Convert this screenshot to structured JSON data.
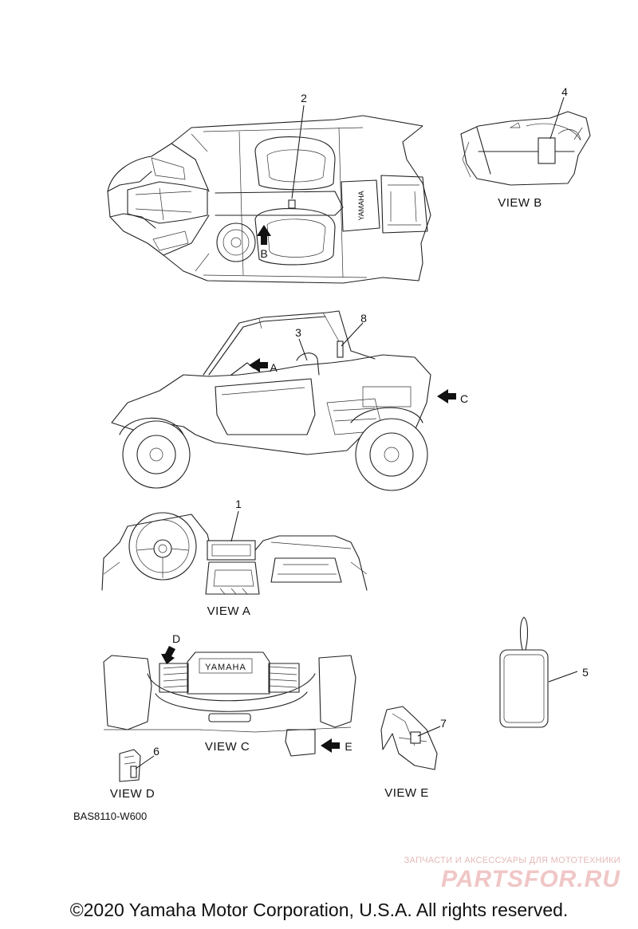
{
  "callouts": {
    "n1": "1",
    "n2": "2",
    "n3": "3",
    "n4": "4",
    "n5": "5",
    "n6": "6",
    "n7": "7",
    "n8": "8"
  },
  "arrows": {
    "a": "A",
    "b": "B",
    "c": "C",
    "d": "D",
    "e": "E"
  },
  "views": {
    "view_a": "VIEW A",
    "view_b": "VIEW B",
    "view_c": "VIEW C",
    "view_d": "VIEW D",
    "view_e": "VIEW E"
  },
  "badges": {
    "yamaha_upper": "YAMAHA",
    "yamaha_rear": "YAMAHA"
  },
  "part_code": "BAS8110-W600",
  "watermark": {
    "tagline": "ЗАПЧАСТИ И АКСЕССУАРЫ ДЛЯ МОТОТЕХНИКИ",
    "brand": "PARTSFOR.RU"
  },
  "copyright": "©2020 Yamaha Motor Corporation, U.S.A. All rights reserved.",
  "colors": {
    "line": "#222222",
    "watermark": "#f0c6c6",
    "background": "#ffffff"
  }
}
